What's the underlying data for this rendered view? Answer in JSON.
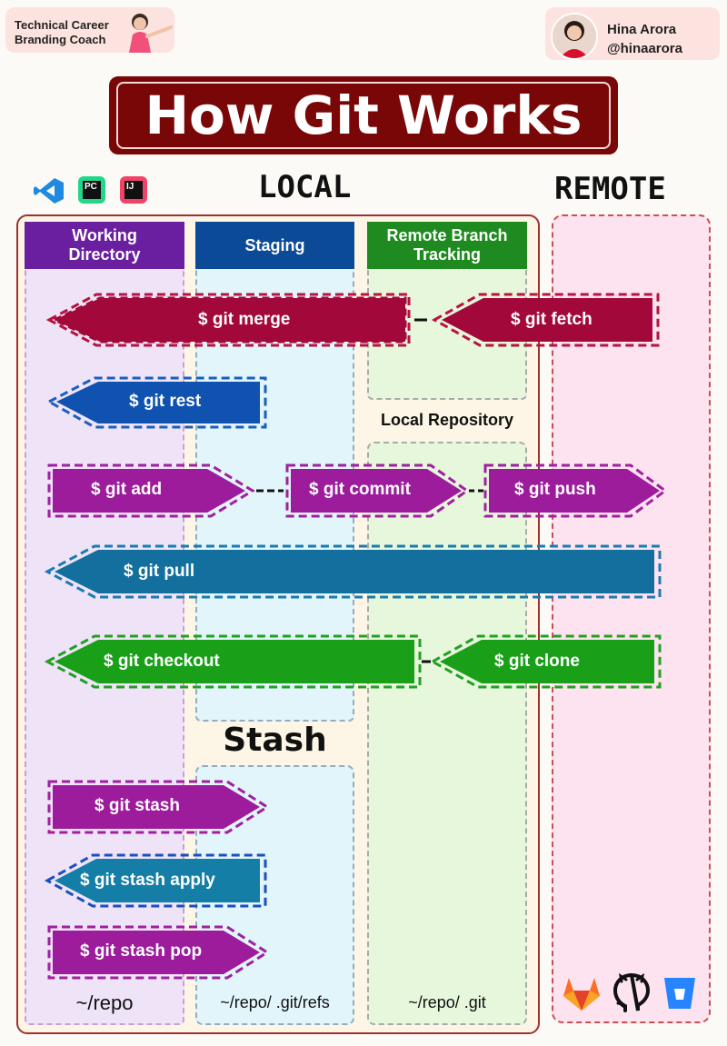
{
  "badge": {
    "line1": "Technical Career",
    "line2": "Branding Coach"
  },
  "author": {
    "name": "Hina Arora",
    "handle": "@hinaarora"
  },
  "title": "How Git Works",
  "sections": {
    "local": "LOCAL",
    "remote": "REMOTE"
  },
  "ide_icons": [
    {
      "name": "vscode-icon",
      "label": ""
    },
    {
      "name": "pycharm-icon",
      "label": "PC"
    },
    {
      "name": "intellij-icon",
      "label": "IJ"
    }
  ],
  "columns": {
    "working_directory": {
      "line1": "Working",
      "line2": "Directory",
      "path": "~/repo"
    },
    "staging": {
      "label": "Staging",
      "path": "~/repo/ .git/refs"
    },
    "remote_branch_tracking": {
      "line1": "Remote Branch",
      "line2": "Tracking"
    },
    "local_repository": {
      "label": "Local Repository",
      "path": "~/repo/ .git"
    },
    "stash": {
      "label": "Stash"
    }
  },
  "commands": {
    "merge": "$ git merge",
    "fetch": "$ git fetch",
    "rest": "$ git rest",
    "add": "$ git add",
    "commit": "$ git commit",
    "push": "$ git push",
    "pull": "$ git pull",
    "checkout": "$ git checkout",
    "clone": "$ git clone",
    "stash": "$ git stash",
    "stash_apply": "$ git stash apply",
    "stash_pop": "$ git stash pop"
  },
  "colors": {
    "merge": "#a3083a",
    "rest": "#0f52b0",
    "add": "#9c1c9c",
    "pull": "#126f9e",
    "checkout": "#1aa018",
    "stash_apply": "#157ea6",
    "title_bg": "#7a0708"
  },
  "remote_icons": [
    {
      "name": "gitlab-icon"
    },
    {
      "name": "github-icon"
    },
    {
      "name": "bitbucket-icon"
    }
  ]
}
